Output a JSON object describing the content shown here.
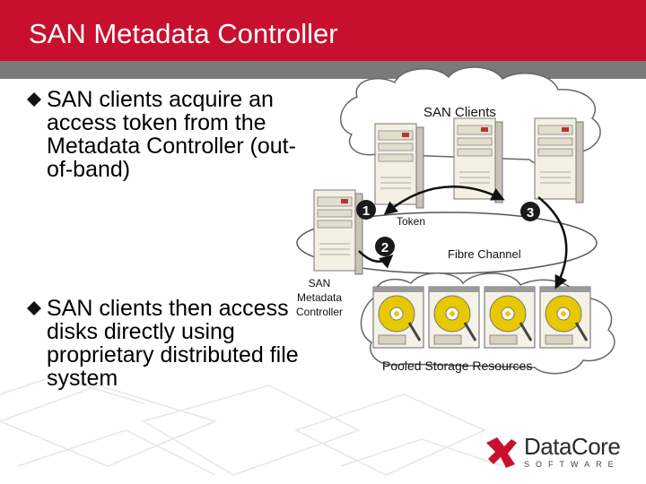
{
  "slide": {
    "title": "SAN Metadata Controller",
    "bullets": [
      "SAN clients acquire an access token from the Metadata Controller (out-of-band)",
      "SAN clients then access disks directly using proprietary distributed file system"
    ]
  },
  "diagram": {
    "clients_label": "SAN Clients",
    "token_label": "Token",
    "fibre_label": "Fibre Channel",
    "controller_label": [
      "SAN",
      "Metadata",
      "Controller"
    ],
    "storage_label": "Pooled Storage Resources",
    "steps": [
      "1",
      "2",
      "3"
    ]
  },
  "logo": {
    "name": "DataCore",
    "sub": "SOFTWARE"
  },
  "colors": {
    "title_bar": "#c8102e",
    "strip": "#7a7a7a",
    "disk_yellow": "#e8c800",
    "badge": "#1a1a1a"
  },
  "icons": [
    "diamond-bullet-icon",
    "server-icon",
    "disk-drive-icon",
    "cloud-icon",
    "datacore-logo-icon"
  ]
}
